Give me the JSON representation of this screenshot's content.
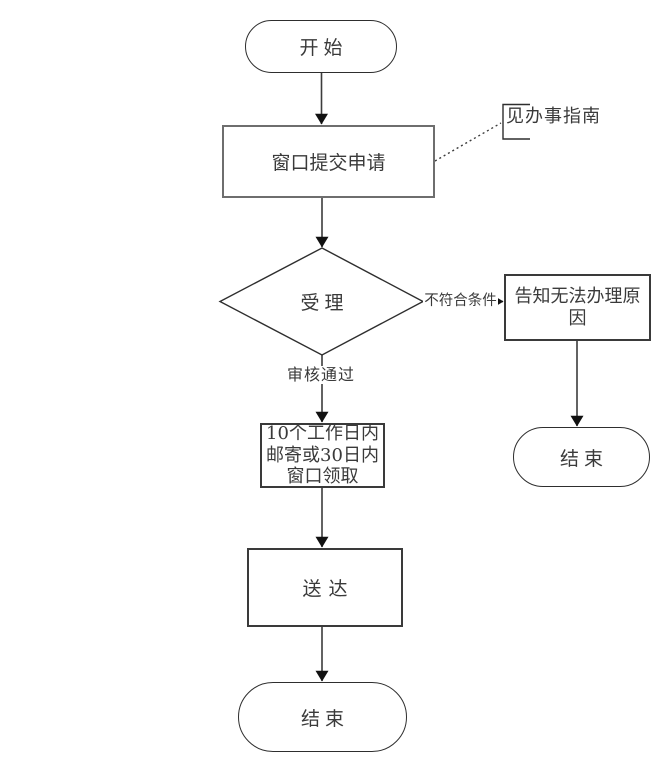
{
  "flowchart": {
    "colors": {
      "background": "#ffffff",
      "line": "#3c3c3c",
      "arrowhead": "#111111",
      "text": "#3a3a3a",
      "node_border": "#2e2e2e",
      "submit_border": "#6e6e6e"
    },
    "nodes": {
      "start": {
        "type": "terminator",
        "label": "开始"
      },
      "submit": {
        "type": "process",
        "label": "窗口提交申请"
      },
      "accept": {
        "type": "decision",
        "label": "受理"
      },
      "inform": {
        "type": "process",
        "label": "告知无法办理原\n因"
      },
      "end_right": {
        "type": "terminator",
        "label": "结束"
      },
      "pickup": {
        "type": "process",
        "label": "10个工作日内\n邮寄或30日内\n窗口领取"
      },
      "deliver": {
        "type": "process",
        "label": "送达"
      },
      "end_bottom": {
        "type": "terminator",
        "label": "结束"
      }
    },
    "edge_labels": {
      "not_meet": "不符合条件",
      "approved": "审核通过"
    },
    "annotation": {
      "note": "见办事指南"
    }
  }
}
